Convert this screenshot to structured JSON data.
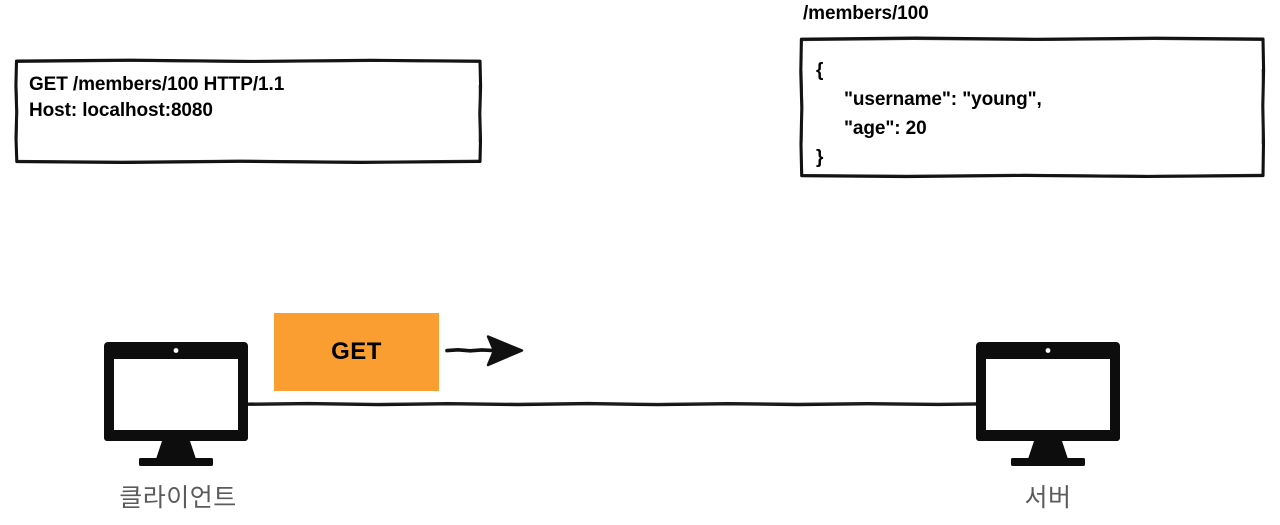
{
  "diagram": {
    "title": "HTTP GET request and JSON response between client and server",
    "colors": {
      "badge_orange": "#FB9E32",
      "ink_black": "#000000",
      "label_gray": "#5B5B5B",
      "background": "#FFFFFF"
    }
  },
  "request_box": {
    "lines": [
      "GET /members/100 HTTP/1.1",
      "Host: localhost:8080"
    ]
  },
  "response": {
    "title": "/members/100",
    "json_lines": [
      {
        "text": "{",
        "indent": false
      },
      {
        "text": "\"username\": \"young\",",
        "indent": true
      },
      {
        "text": "\"age\": 20",
        "indent": true
      },
      {
        "text": "}",
        "indent": false
      }
    ]
  },
  "flow": {
    "badge_label": "GET",
    "arrow_direction": "right",
    "arrow_icon": "arrow-right-icon"
  },
  "nodes": {
    "client": {
      "label": "클라이언트",
      "icon": "monitor-icon"
    },
    "server": {
      "label": "서버",
      "icon": "monitor-icon"
    }
  }
}
